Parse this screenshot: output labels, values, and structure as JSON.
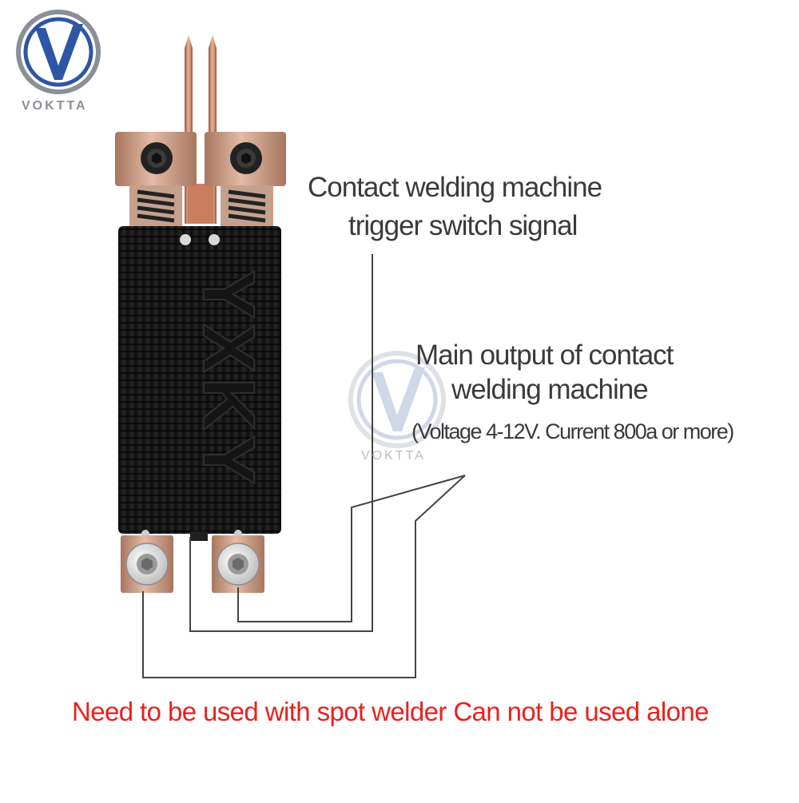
{
  "brand": {
    "logo_text": "VOKTTA",
    "watermark_text": "VOKTTA",
    "colors": {
      "logo_blue": "#2e56a6",
      "logo_gray": "#8a8f98"
    }
  },
  "device": {
    "body_marking": "YXKY",
    "colors": {
      "body": "#1b1b1b",
      "copper": "#c99a84",
      "leader_line": "#444444"
    }
  },
  "labels": {
    "trigger_line1": "Contact welding machine",
    "trigger_line2": "trigger switch signal",
    "output_line1": "Main output of contact",
    "output_line2": "welding machine",
    "output_spec": "(Voltage 4-12V. Current 800a or more)"
  },
  "notice": {
    "text": "Need to be used with spot welder Can not be used alone",
    "color": "#e8211c"
  }
}
